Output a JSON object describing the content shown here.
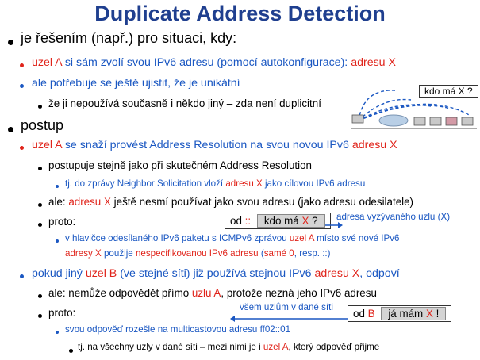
{
  "title": "Duplicate Address Detection",
  "lines": {
    "a1": "je řešením (např.) pro situaci, kdy:",
    "a2_p1": "uzel A",
    "a2_p2": " si sám zvolí svou IPv6 adresu (pomocí autokonfigurace): ",
    "a2_p3": "adresu X",
    "a3": "ale potřebuje se ještě ujistit, že je unikátní",
    "a4": "že ji nepoužívá současně i někdo jiný – zda není duplicitní",
    "b1": "postup",
    "b2_p1": "uzel A",
    "b2_p2": " se snaží provést Address Resolution na svou novou IPv6 ",
    "b2_p3": "adresu X",
    "b3": "postupuje stejně jako při skutečném Address Resolution",
    "b4_p1": "tj. do zprávy Neighbor Solicitation vloží ",
    "b4_p2": "adresu X",
    "b4_p3": " jako cílovou IPv6 adresu",
    "b5_p1": "ale: ",
    "b5_p2": "adresu X",
    "b5_p3": " ještě nesmí používat jako svou adresu (jako adresu odesilatele)",
    "b6": "proto:",
    "b7_p1": "v hlavičce odesílaného IPv6 paketu s ICMPv6 zprávou ",
    "b7_p2": "uzel A",
    "b7_p3": " místo své nové IPv6",
    "b8_p1": "adresy X",
    "b8_p2": " použije ",
    "b8_p3": "nespecifikovanou IPv6 adresu",
    "b8_p4": " (",
    "b8_p5": "samé 0",
    "b8_p6": ", resp. ::)",
    "c1_p1": "pokud jiný ",
    "c1_p2": "uzel B",
    "c1_p3": " (ve stejné síti) již používá stejnou IPv6 ",
    "c1_p4": "adresu X",
    "c1_p5": ", odpoví",
    "c2_p1": "ale: nemůže odpovědět přímo ",
    "c2_p2": "uzlu A",
    "c2_p3": ", protože nezná jeho IPv6 adresu",
    "c3": "proto:",
    "c4": "svou odpověď rozešle na multicastovou adresu ff02::01",
    "c5_p1": "tj. na všechny uzly v dané síti – mezi nimi je i ",
    "c5_p2": "uzel A",
    "c5_p3": ", který odpověď přijme"
  },
  "callouts": {
    "diagram_label": "kdo má X ?",
    "req_od": "od",
    "req_addr": "::",
    "req_text_p1": "kdo má ",
    "req_text_p2": "X",
    "req_text_p3": " ?",
    "req_note": "adresa vyzývaného uzlu (X)",
    "resp_od": "od",
    "resp_addr": "B",
    "resp_text_p1": "já mám ",
    "resp_text_p2": "X",
    "resp_text_p3": " !",
    "resp_note": "všem uzlům v dané síti"
  },
  "colors": {
    "title": "#1f3f8f",
    "blue": "#1a57c2",
    "red": "#e0241b"
  }
}
